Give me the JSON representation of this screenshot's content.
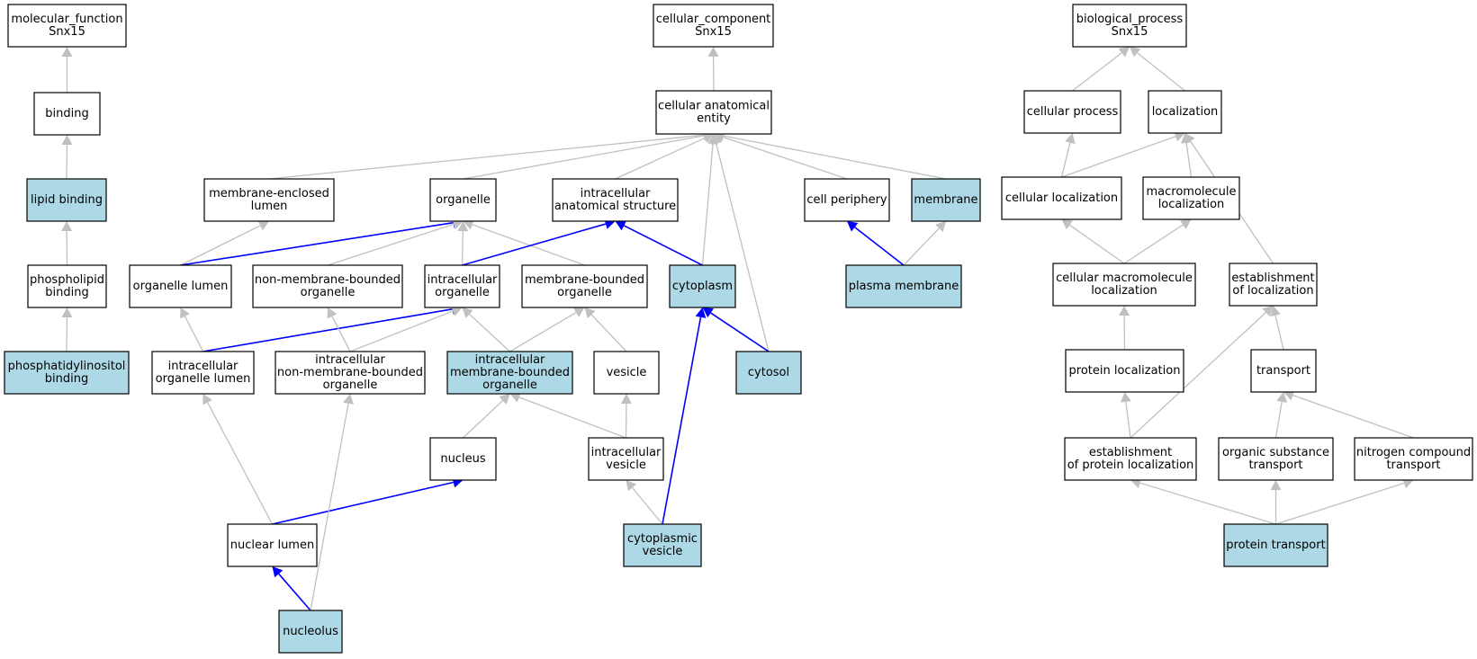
{
  "colors": {
    "background": "#ffffff",
    "node_default": "#ffffff",
    "node_highlight": "#add8e6",
    "border": "#000000",
    "edge_default": "#c0c0c0",
    "edge_highlight": "#0000ff"
  },
  "nodes": [
    {
      "id": "mf_root",
      "lines": [
        "molecular_function",
        "Snx15"
      ],
      "highlight": false
    },
    {
      "id": "binding",
      "lines": [
        "binding"
      ],
      "highlight": false
    },
    {
      "id": "lipid_binding",
      "lines": [
        "lipid binding"
      ],
      "highlight": true
    },
    {
      "id": "phospholipid_binding",
      "lines": [
        "phospholipid",
        "binding"
      ],
      "highlight": false
    },
    {
      "id": "phosphatidylinositol_binding",
      "lines": [
        "phosphatidylinositol",
        "binding"
      ],
      "highlight": true
    },
    {
      "id": "cc_root",
      "lines": [
        "cellular_component",
        "Snx15"
      ],
      "highlight": false
    },
    {
      "id": "cae",
      "lines": [
        "cellular anatomical",
        "entity"
      ],
      "highlight": false
    },
    {
      "id": "mel",
      "lines": [
        "membrane-enclosed",
        "lumen"
      ],
      "highlight": false
    },
    {
      "id": "organelle",
      "lines": [
        "organelle"
      ],
      "highlight": false
    },
    {
      "id": "ias",
      "lines": [
        "intracellular",
        "anatomical structure"
      ],
      "highlight": false
    },
    {
      "id": "cell_periphery",
      "lines": [
        "cell periphery"
      ],
      "highlight": false
    },
    {
      "id": "membrane",
      "lines": [
        "membrane"
      ],
      "highlight": true
    },
    {
      "id": "organelle_lumen",
      "lines": [
        "organelle lumen"
      ],
      "highlight": false
    },
    {
      "id": "nmbo",
      "lines": [
        "non-membrane-bounded",
        "organelle"
      ],
      "highlight": false
    },
    {
      "id": "io",
      "lines": [
        "intracellular",
        "organelle"
      ],
      "highlight": false
    },
    {
      "id": "mbo",
      "lines": [
        "membrane-bounded",
        "organelle"
      ],
      "highlight": false
    },
    {
      "id": "cytoplasm",
      "lines": [
        "cytoplasm"
      ],
      "highlight": true
    },
    {
      "id": "plasma_membrane",
      "lines": [
        "plasma membrane"
      ],
      "highlight": true
    },
    {
      "id": "iol",
      "lines": [
        "intracellular",
        "organelle lumen"
      ],
      "highlight": false
    },
    {
      "id": "inmbo",
      "lines": [
        "intracellular",
        "non-membrane-bounded",
        "organelle"
      ],
      "highlight": false
    },
    {
      "id": "imbo",
      "lines": [
        "intracellular",
        "membrane-bounded",
        "organelle"
      ],
      "highlight": true
    },
    {
      "id": "vesicle",
      "lines": [
        "vesicle"
      ],
      "highlight": false
    },
    {
      "id": "cytosol",
      "lines": [
        "cytosol"
      ],
      "highlight": true
    },
    {
      "id": "nucleus",
      "lines": [
        "nucleus"
      ],
      "highlight": false
    },
    {
      "id": "ivesicle",
      "lines": [
        "intracellular",
        "vesicle"
      ],
      "highlight": false
    },
    {
      "id": "nuclear_lumen",
      "lines": [
        "nuclear lumen"
      ],
      "highlight": false
    },
    {
      "id": "cyto_vesicle",
      "lines": [
        "cytoplasmic",
        "vesicle"
      ],
      "highlight": true
    },
    {
      "id": "nucleolus",
      "lines": [
        "nucleolus"
      ],
      "highlight": true
    },
    {
      "id": "bp_root",
      "lines": [
        "biological_process",
        "Snx15"
      ],
      "highlight": false
    },
    {
      "id": "cellular_process",
      "lines": [
        "cellular process"
      ],
      "highlight": false
    },
    {
      "id": "localization",
      "lines": [
        "localization"
      ],
      "highlight": false
    },
    {
      "id": "cellular_localization",
      "lines": [
        "cellular localization"
      ],
      "highlight": false
    },
    {
      "id": "macromolecule_localization",
      "lines": [
        "macromolecule",
        "localization"
      ],
      "highlight": false
    },
    {
      "id": "cml",
      "lines": [
        "cellular macromolecule",
        "localization"
      ],
      "highlight": false
    },
    {
      "id": "eol",
      "lines": [
        "establishment",
        "of localization"
      ],
      "highlight": false
    },
    {
      "id": "protein_localization",
      "lines": [
        "protein localization"
      ],
      "highlight": false
    },
    {
      "id": "transport",
      "lines": [
        "transport"
      ],
      "highlight": false
    },
    {
      "id": "eopl",
      "lines": [
        "establishment",
        "of protein localization"
      ],
      "highlight": false
    },
    {
      "id": "ost",
      "lines": [
        "organic substance",
        "transport"
      ],
      "highlight": false
    },
    {
      "id": "nct",
      "lines": [
        "nitrogen compound",
        "transport"
      ],
      "highlight": false
    },
    {
      "id": "protein_transport",
      "lines": [
        "protein transport"
      ],
      "highlight": true
    }
  ],
  "edges": [
    {
      "from": "binding",
      "to": "mf_root",
      "highlight": false
    },
    {
      "from": "lipid_binding",
      "to": "binding",
      "highlight": false
    },
    {
      "from": "phospholipid_binding",
      "to": "lipid_binding",
      "highlight": false
    },
    {
      "from": "phosphatidylinositol_binding",
      "to": "phospholipid_binding",
      "highlight": false
    },
    {
      "from": "cae",
      "to": "cc_root",
      "highlight": false
    },
    {
      "from": "mel",
      "to": "cae",
      "highlight": false
    },
    {
      "from": "organelle",
      "to": "cae",
      "highlight": false
    },
    {
      "from": "ias",
      "to": "cae",
      "highlight": false
    },
    {
      "from": "cell_periphery",
      "to": "cae",
      "highlight": false
    },
    {
      "from": "membrane",
      "to": "cae",
      "highlight": false
    },
    {
      "from": "cytoplasm",
      "to": "cae",
      "highlight": false
    },
    {
      "from": "cytosol",
      "to": "cae",
      "highlight": false
    },
    {
      "from": "organelle_lumen",
      "to": "mel",
      "highlight": false
    },
    {
      "from": "organelle_lumen",
      "to": "organelle",
      "highlight": true
    },
    {
      "from": "nmbo",
      "to": "organelle",
      "highlight": false
    },
    {
      "from": "io",
      "to": "organelle",
      "highlight": false
    },
    {
      "from": "mbo",
      "to": "organelle",
      "highlight": false
    },
    {
      "from": "io",
      "to": "ias",
      "highlight": true
    },
    {
      "from": "cytoplasm",
      "to": "ias",
      "highlight": true
    },
    {
      "from": "plasma_membrane",
      "to": "cell_periphery",
      "highlight": true
    },
    {
      "from": "plasma_membrane",
      "to": "membrane",
      "highlight": false
    },
    {
      "from": "iol",
      "to": "organelle_lumen",
      "highlight": false
    },
    {
      "from": "iol",
      "to": "io",
      "highlight": true
    },
    {
      "from": "inmbo",
      "to": "nmbo",
      "highlight": false
    },
    {
      "from": "inmbo",
      "to": "io",
      "highlight": false
    },
    {
      "from": "imbo",
      "to": "io",
      "highlight": false
    },
    {
      "from": "imbo",
      "to": "mbo",
      "highlight": false
    },
    {
      "from": "vesicle",
      "to": "mbo",
      "highlight": false
    },
    {
      "from": "cytosol",
      "to": "cytoplasm",
      "highlight": true
    },
    {
      "from": "cyto_vesicle",
      "to": "cytoplasm",
      "highlight": true
    },
    {
      "from": "nucleus",
      "to": "imbo",
      "highlight": false
    },
    {
      "from": "ivesicle",
      "to": "imbo",
      "highlight": false
    },
    {
      "from": "ivesicle",
      "to": "vesicle",
      "highlight": false
    },
    {
      "from": "nuclear_lumen",
      "to": "iol",
      "highlight": false
    },
    {
      "from": "nuclear_lumen",
      "to": "nucleus",
      "highlight": true
    },
    {
      "from": "cyto_vesicle",
      "to": "ivesicle",
      "highlight": false
    },
    {
      "from": "nucleolus",
      "to": "nuclear_lumen",
      "highlight": true
    },
    {
      "from": "nucleolus",
      "to": "inmbo",
      "highlight": false
    },
    {
      "from": "cellular_process",
      "to": "bp_root",
      "highlight": false
    },
    {
      "from": "localization",
      "to": "bp_root",
      "highlight": false
    },
    {
      "from": "cellular_localization",
      "to": "cellular_process",
      "highlight": false
    },
    {
      "from": "cellular_localization",
      "to": "localization",
      "highlight": false
    },
    {
      "from": "macromolecule_localization",
      "to": "localization",
      "highlight": false
    },
    {
      "from": "eol",
      "to": "localization",
      "highlight": false
    },
    {
      "from": "cml",
      "to": "cellular_localization",
      "highlight": false
    },
    {
      "from": "cml",
      "to": "macromolecule_localization",
      "highlight": false
    },
    {
      "from": "protein_localization",
      "to": "cml",
      "highlight": false
    },
    {
      "from": "transport",
      "to": "eol",
      "highlight": false
    },
    {
      "from": "eopl",
      "to": "protein_localization",
      "highlight": false
    },
    {
      "from": "eopl",
      "to": "eol",
      "highlight": false
    },
    {
      "from": "ost",
      "to": "transport",
      "highlight": false
    },
    {
      "from": "nct",
      "to": "transport",
      "highlight": false
    },
    {
      "from": "protein_transport",
      "to": "eopl",
      "highlight": false
    },
    {
      "from": "protein_transport",
      "to": "ost",
      "highlight": false
    },
    {
      "from": "protein_transport",
      "to": "nct",
      "highlight": false
    }
  ]
}
